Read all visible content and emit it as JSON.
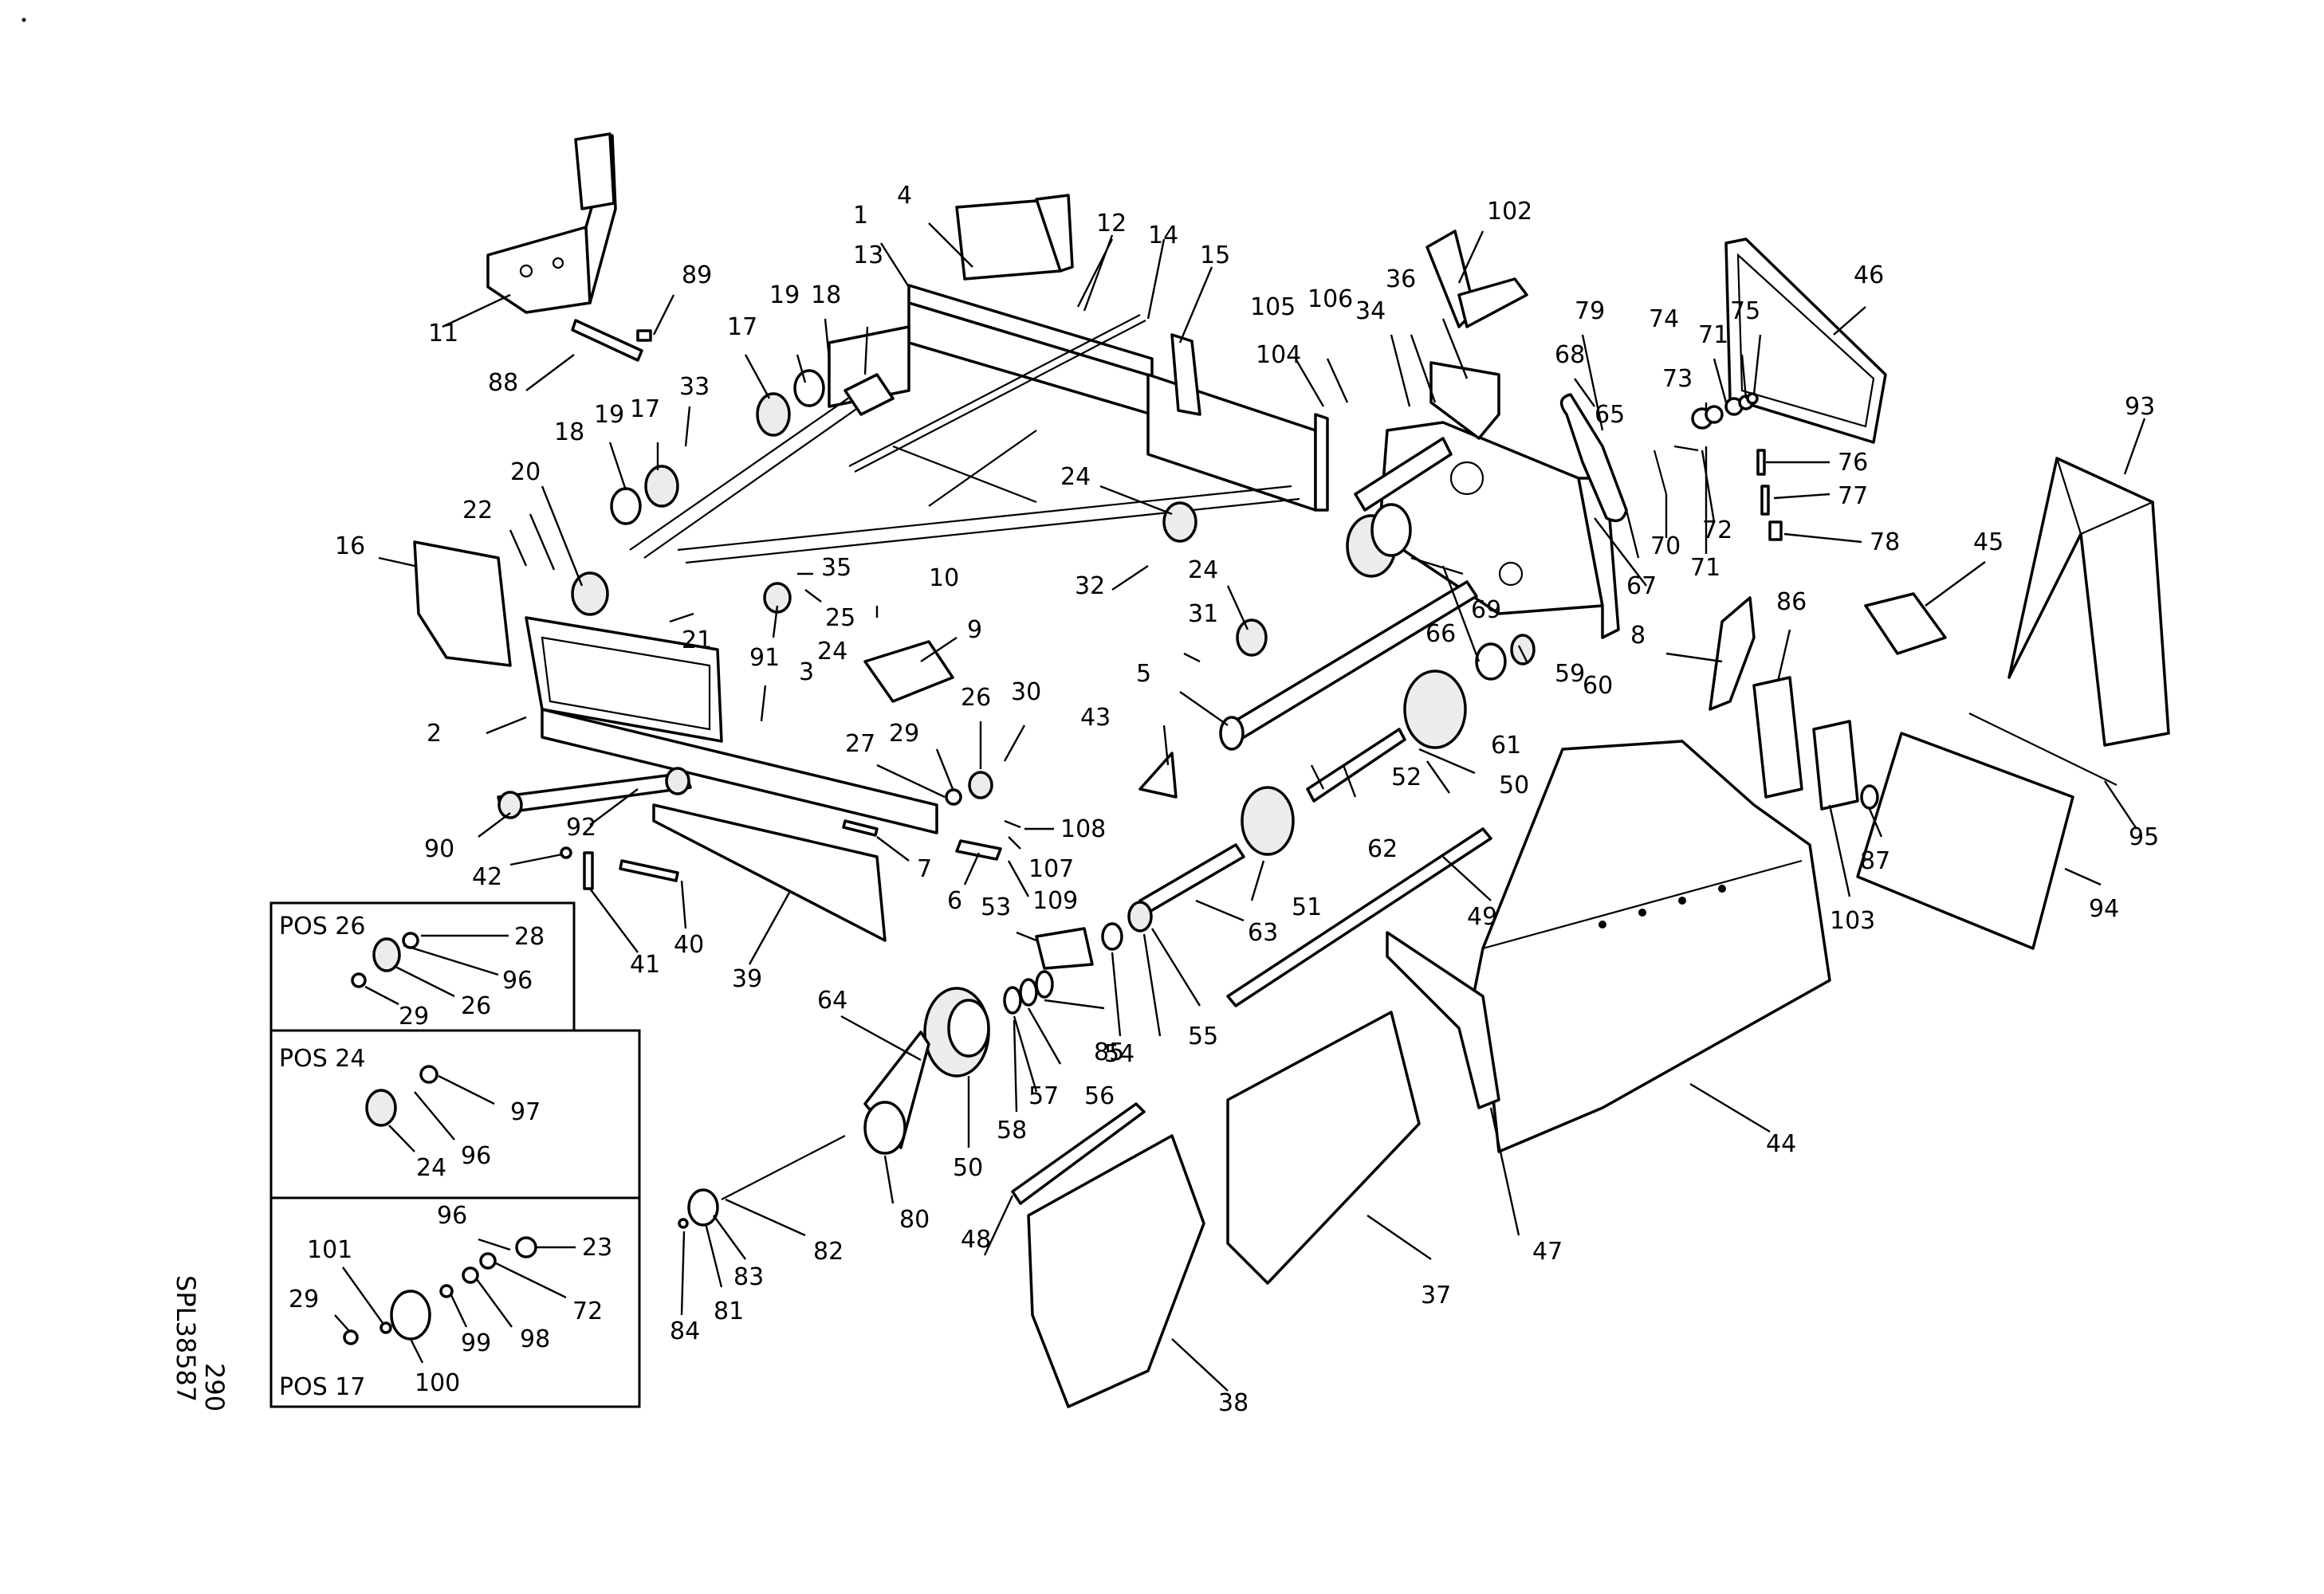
{
  "drawing": {
    "code": "SPL38587",
    "page_number": "290",
    "part_numbers": [
      "1",
      "2",
      "3",
      "4",
      "5",
      "6",
      "7",
      "8",
      "9",
      "10",
      "11",
      "12",
      "13",
      "14",
      "15",
      "16",
      "17",
      "17",
      "18",
      "18",
      "19",
      "19",
      "20",
      "21",
      "22",
      "24",
      "24",
      "24",
      "25",
      "26",
      "27",
      "29",
      "30",
      "31",
      "32",
      "33",
      "34",
      "35",
      "36",
      "37",
      "38",
      "39",
      "40",
      "41",
      "42",
      "43",
      "44",
      "45",
      "46",
      "47",
      "48",
      "49",
      "50",
      "50",
      "51",
      "52",
      "53",
      "54",
      "55",
      "56",
      "57",
      "58",
      "59",
      "60",
      "61",
      "62",
      "63",
      "64",
      "65",
      "66",
      "67",
      "68",
      "69",
      "70",
      "71",
      "71",
      "72",
      "73",
      "74",
      "75",
      "76",
      "77",
      "78",
      "79",
      "80",
      "81",
      "82",
      "83",
      "84",
      "85",
      "86",
      "87",
      "88",
      "89",
      "90",
      "91",
      "92",
      "93",
      "94",
      "95",
      "102",
      "103",
      "104",
      "105",
      "106",
      "107",
      "108",
      "109"
    ]
  },
  "inset_pos26": {
    "title": "POS 26",
    "labels": [
      "28",
      "96",
      "26",
      "29"
    ]
  },
  "inset_pos24": {
    "title": "POS 24",
    "labels": [
      "97",
      "96",
      "24"
    ]
  },
  "inset_pos17": {
    "title": "POS 17",
    "labels": [
      "96",
      "23",
      "101",
      "72",
      "29",
      "98",
      "99",
      "100"
    ]
  }
}
